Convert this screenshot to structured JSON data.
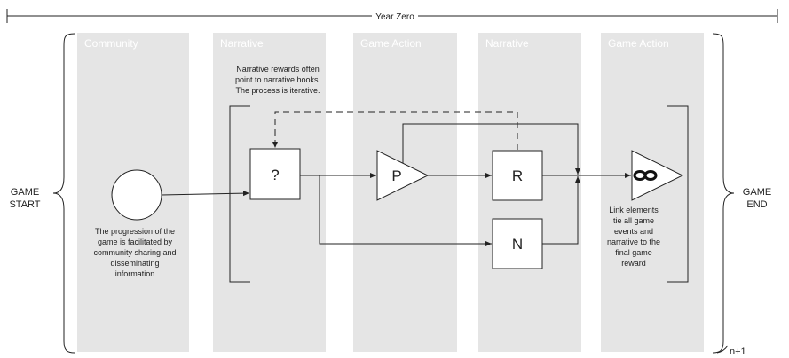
{
  "timeline": {
    "label": "Year Zero"
  },
  "columns": [
    {
      "title": "Community"
    },
    {
      "title": "Narrative"
    },
    {
      "title": "Game Action"
    },
    {
      "title": "Narrative"
    },
    {
      "title": "Game Action"
    }
  ],
  "start": {
    "line1": "GAME",
    "line2": "START"
  },
  "end": {
    "line1": "GAME",
    "line2": "END"
  },
  "iteration": {
    "label": "n+1"
  },
  "notes": {
    "narrative": [
      "Narrative rewards often",
      "point to narrative hooks.",
      "The process is iterative."
    ],
    "community": [
      "The progression of the",
      "game is facilitated by",
      "community sharing and",
      "disseminating",
      "information"
    ],
    "link": [
      "Link elements",
      "tie all game",
      "events and",
      "narrative to the",
      "final game",
      "reward"
    ]
  },
  "nodes": {
    "hook": "?",
    "puzzle": "P",
    "reward": "R",
    "narrative": "N"
  },
  "colors": {
    "column_bg": "#e5e5e5",
    "stroke": "#222222"
  }
}
